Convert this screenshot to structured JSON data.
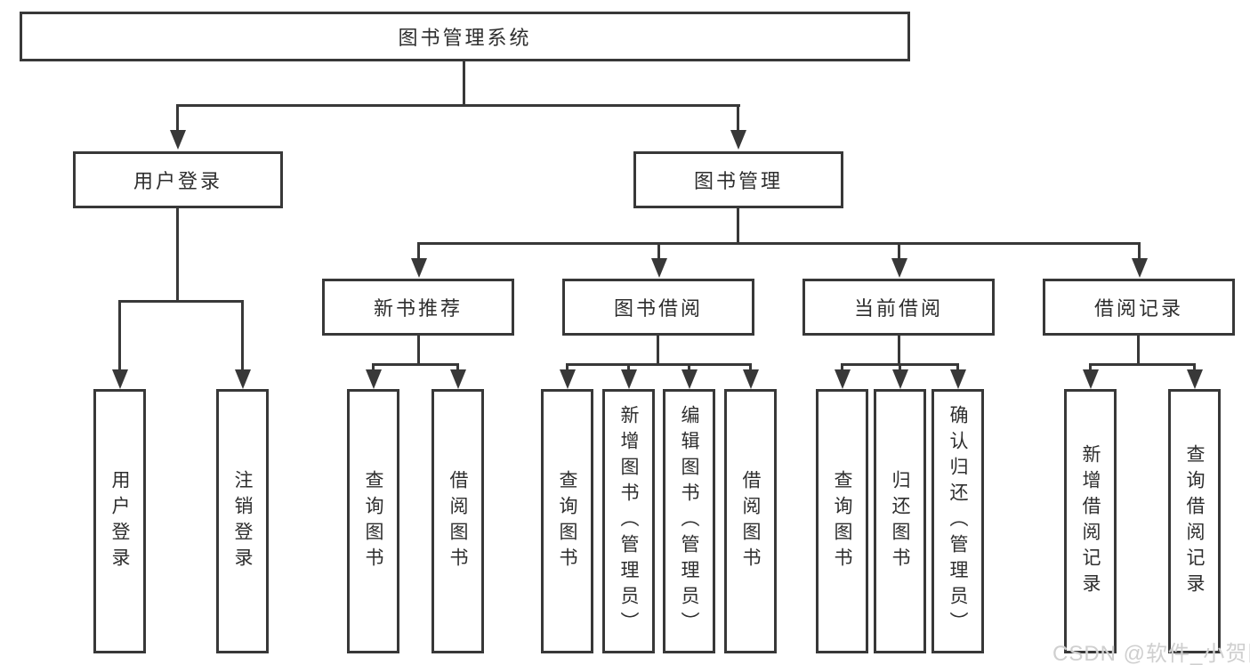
{
  "diagram": {
    "root": {
      "label": "图书管理系统"
    },
    "level2": {
      "user_login": {
        "label": "用户登录"
      },
      "book_mgmt": {
        "label": "图书管理"
      }
    },
    "level3": {
      "new_book_rec": {
        "label": "新书推荐"
      },
      "book_borrow": {
        "label": "图书借阅"
      },
      "current_borrow": {
        "label": "当前借阅"
      },
      "borrow_record": {
        "label": "借阅记录"
      }
    },
    "leaves": {
      "user_login_action": {
        "label": "用户登录"
      },
      "logout_action": {
        "label": "注销登录"
      },
      "query_book_rec": {
        "label": "查询图书"
      },
      "borrow_book_rec": {
        "label": "借阅图书"
      },
      "query_book_borrow": {
        "label": "查询图书"
      },
      "add_book_admin": {
        "label": "新增图书（管理员）"
      },
      "edit_book_admin": {
        "label": "编辑图书（管理员）"
      },
      "borrow_book_borrow": {
        "label": "借阅图书"
      },
      "query_book_current": {
        "label": "查询图书"
      },
      "return_book": {
        "label": "归还图书"
      },
      "confirm_return_admin": {
        "label": "确认归还（管理员）"
      },
      "add_borrow_record": {
        "label": "新增借阅记录"
      },
      "query_borrow_record": {
        "label": "查询借阅记录"
      }
    }
  },
  "watermark": {
    "text": "CSDN @软件_小贺同学"
  },
  "colors": {
    "line": "#383838",
    "text": "#2e2e2e",
    "background": "#ffffff",
    "watermark": "#cfcfcf"
  }
}
